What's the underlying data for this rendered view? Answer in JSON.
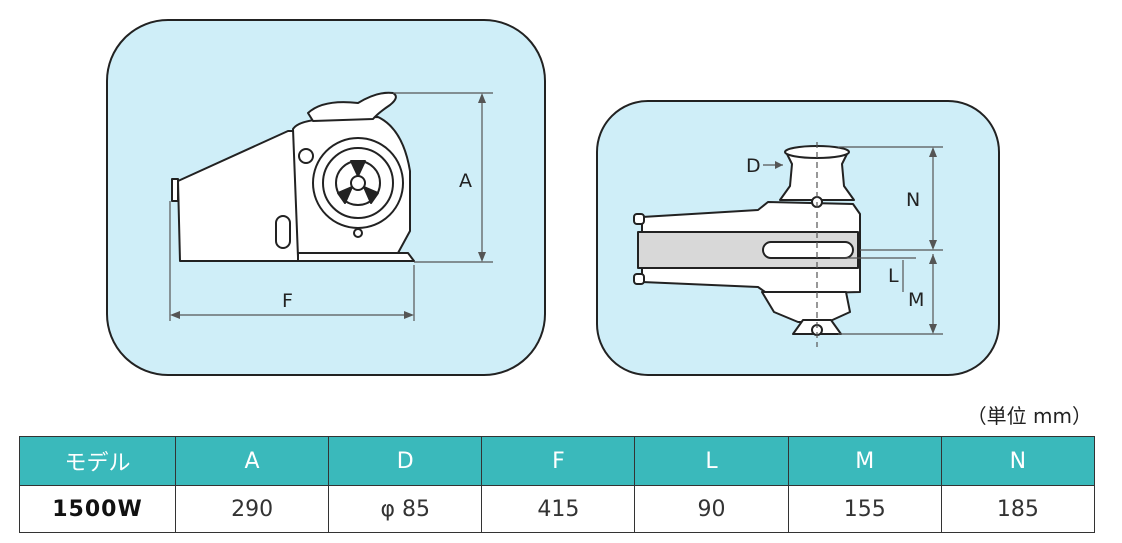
{
  "drawing_side": {
    "label_A": "A",
    "label_F": "F"
  },
  "drawing_top": {
    "label_D": "D",
    "label_N": "N",
    "label_L": "L",
    "label_M": "M"
  },
  "unit_note": "（単位 mm）",
  "table": {
    "headers": [
      "モデル",
      "A",
      "D",
      "F",
      "L",
      "M",
      "N"
    ],
    "rows": [
      [
        "1500W",
        "290",
        "φ 85",
        "415",
        "90",
        "155",
        "185"
      ]
    ]
  },
  "colors": {
    "panel_bg": "#cfeef8",
    "header_bg": "#3ab9bb"
  }
}
